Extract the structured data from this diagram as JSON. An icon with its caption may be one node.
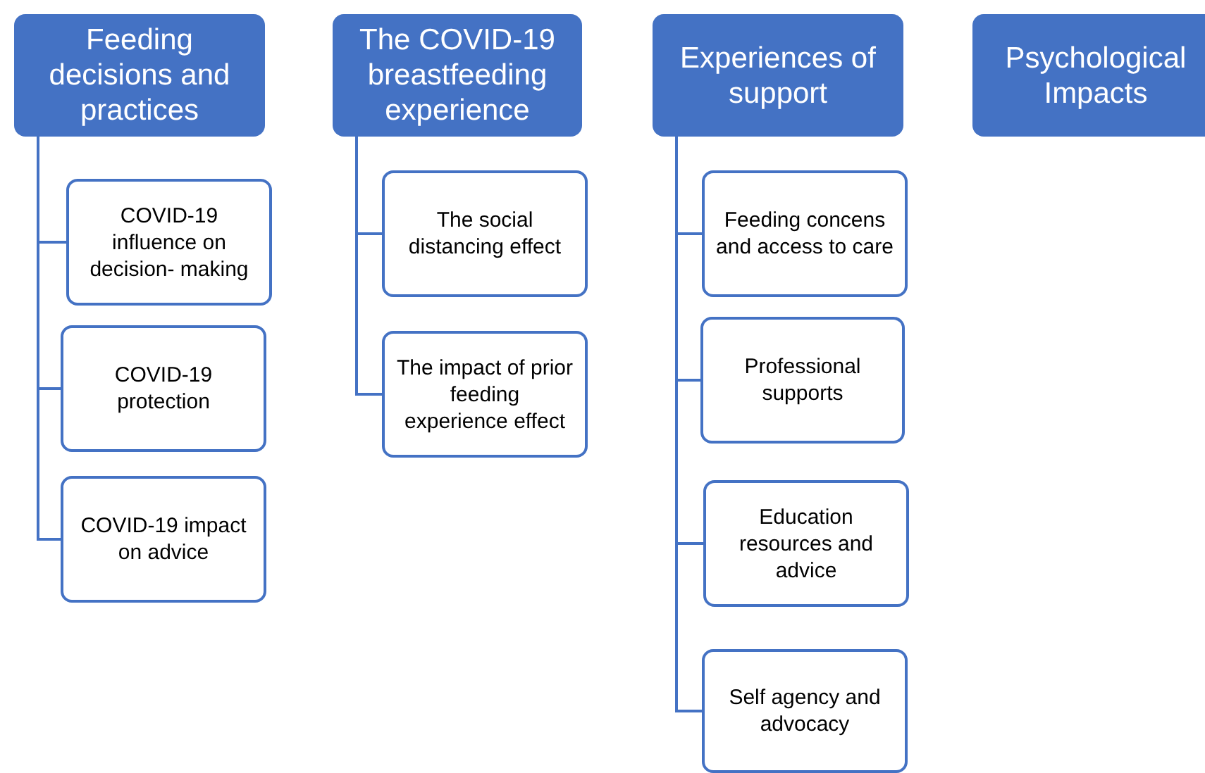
{
  "diagram": {
    "nodes": [
      {
        "text": [
          "Feeding decisions and practices"
        ]
      },
      {
        "text": [
          "COVID-19 influence on decision- making"
        ]
      },
      {
        "text": [
          "COVID-19 protection"
        ]
      },
      {
        "text": [
          "COVID-19 impact on advice"
        ]
      },
      {
        "text": [
          "The COVID-19 breastfeeding experience"
        ]
      },
      {
        "text": [
          "The social distancing effect"
        ]
      },
      {
        "text": [
          "The impact of prior feeding experience effect"
        ]
      },
      {
        "text": [
          "Experiences of support"
        ]
      },
      {
        "text": [
          "Feeding concens and access to care"
        ]
      },
      {
        "text": [
          "Professional supports"
        ]
      },
      {
        "text": [
          "Education resources and advice"
        ]
      },
      {
        "text": [
          "Self agency and advocacy"
        ]
      },
      {
        "text": [
          "Psychological Impacts"
        ]
      }
    ],
    "edges": [
      {
        "from": 0,
        "to": 1,
        "arrow": "none"
      },
      {
        "from": 0,
        "to": 2,
        "arrow": "none"
      },
      {
        "from": 0,
        "to": 3,
        "arrow": "none"
      },
      {
        "from": 4,
        "to": 5,
        "arrow": "none"
      },
      {
        "from": 4,
        "to": 6,
        "arrow": "none"
      },
      {
        "from": 7,
        "to": 8,
        "arrow": "none"
      },
      {
        "from": 7,
        "to": 9,
        "arrow": "none"
      },
      {
        "from": 7,
        "to": 10,
        "arrow": "none"
      },
      {
        "from": 7,
        "to": 11,
        "arrow": "none"
      }
    ]
  }
}
